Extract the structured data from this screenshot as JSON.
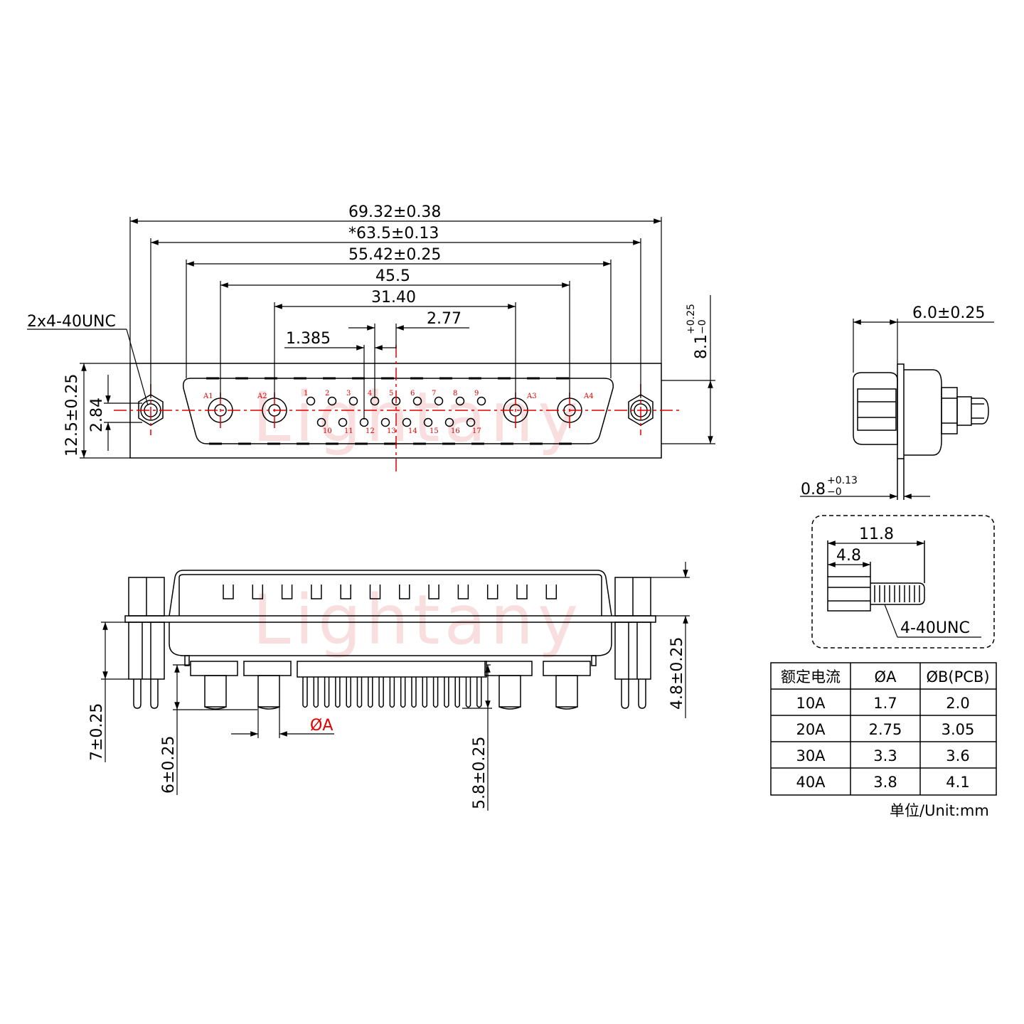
{
  "watermark": "Lightany",
  "top_view": {
    "dimensions": {
      "overall": "69.32±0.38",
      "mount_pitch": "*63.5±0.13",
      "shell": "55.42±0.25",
      "a1_a4": "45.5",
      "a2_a3": "31.40",
      "pin_pitch": "2.77",
      "half_pitch": "1.385",
      "height": "12.5±0.25",
      "row_spacing": "2.84",
      "screw": "2x4-40UNC",
      "depth_main": "8.1",
      "depth_tol_plus": "+0.25",
      "depth_tol_minus": "−0"
    },
    "coax_labels": [
      "A1",
      "A2",
      "A3",
      "A4"
    ],
    "pin_row1": [
      "1",
      "2",
      "3",
      "4",
      "5",
      "6",
      "7",
      "8",
      "9"
    ],
    "pin_row2": [
      "10",
      "11",
      "12",
      "13",
      "14",
      "15",
      "16",
      "17"
    ]
  },
  "side_view": {
    "width": "6.0±0.25",
    "flange_main": "0.8",
    "flange_tol_plus": "+0.13",
    "flange_tol_minus": "−0"
  },
  "screw_detail": {
    "length": "11.8",
    "head": "4.8",
    "thread": "4-40UNC"
  },
  "front_view": {
    "left_height": "7±0.25",
    "coax_height": "6±0.25",
    "pin_height": "5.8±0.25",
    "right_height": "4.8±0.25",
    "diameter": "ØA"
  },
  "table": {
    "headers": [
      "额定电流",
      "ØA",
      "ØB(PCB)"
    ],
    "rows": [
      [
        "10A",
        "1.7",
        "2.0"
      ],
      [
        "20A",
        "2.75",
        "3.05"
      ],
      [
        "30A",
        "3.3",
        "3.6"
      ],
      [
        "40A",
        "3.8",
        "4.1"
      ]
    ],
    "unit": "单位/Unit:mm"
  },
  "colors": {
    "line": "#000000",
    "center": "#e00000",
    "watermark": "#f4c4c4"
  }
}
